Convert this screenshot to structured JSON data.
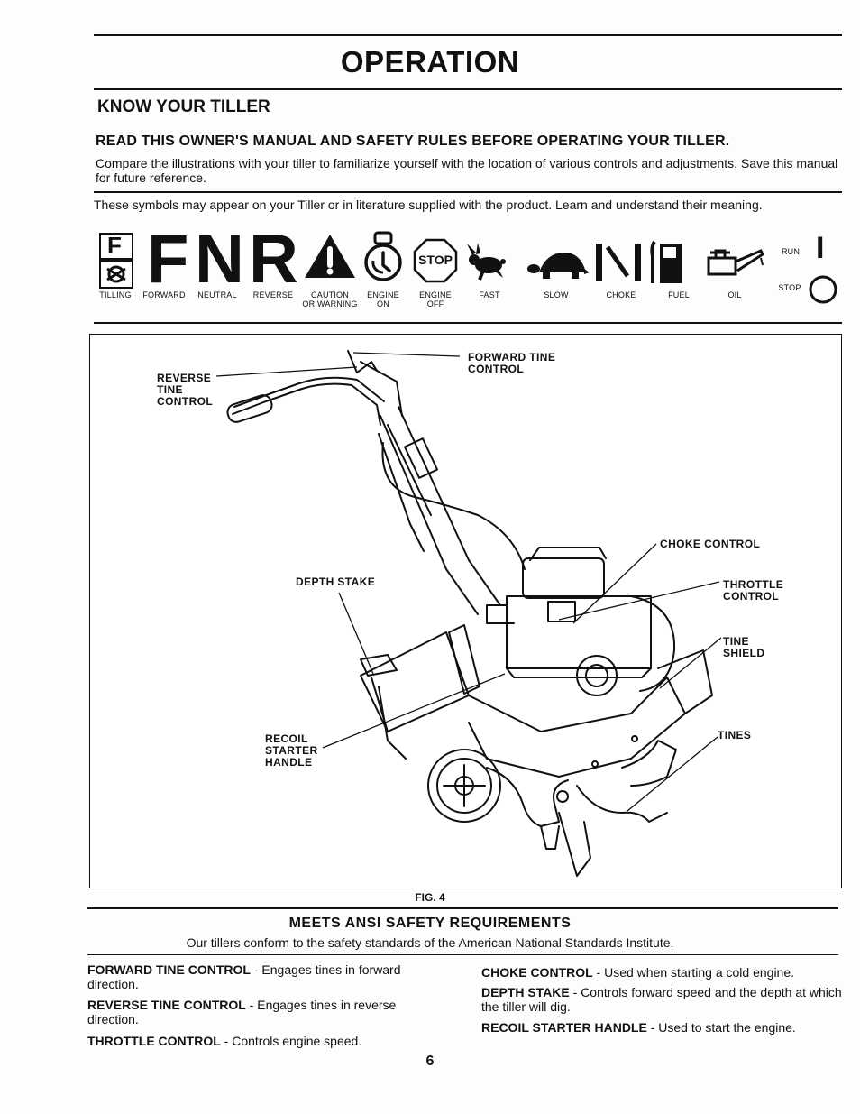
{
  "page": {
    "title": "OPERATION",
    "subheading": "KNOW YOUR TILLER",
    "read_notice": "READ THIS OWNER'S MANUAL AND SAFETY RULES BEFORE OPERATING YOUR TILLER.",
    "compare_text": "Compare the illustrations with your tiller to familiarize yourself with the location of various controls and adjustments. Save this manual for future reference.",
    "symbols_intro": "These symbols may appear on your Tiller or in literature supplied with the product. Learn and understand their meaning.",
    "page_number": "6"
  },
  "symbols": {
    "tilling": {
      "icon": "tilling-icon",
      "glyph": "F",
      "label": "TILLING"
    },
    "forward": {
      "icon": "forward-icon",
      "glyph": "F",
      "label": "FORWARD"
    },
    "neutral": {
      "icon": "neutral-icon",
      "glyph": "N",
      "label": "NEUTRAL"
    },
    "reverse": {
      "icon": "reverse-icon",
      "glyph": "R",
      "label": "REVERSE"
    },
    "caution": {
      "icon": "caution-icon",
      "label_line1": "CAUTION",
      "label_line2": "OR WARNING"
    },
    "engine_on": {
      "icon": "engine-on-icon",
      "label_line1": "ENGINE",
      "label_line2": "ON"
    },
    "engine_off": {
      "icon": "engine-off-icon",
      "glyph": "STOP",
      "label_line1": "ENGINE",
      "label_line2": "OFF"
    },
    "fast": {
      "icon": "rabbit-icon",
      "label": "FAST"
    },
    "slow": {
      "icon": "turtle-icon",
      "label": "SLOW"
    },
    "choke": {
      "icon": "choke-icon",
      "label": "CHOKE"
    },
    "fuel": {
      "icon": "fuel-icon",
      "label": "FUEL"
    },
    "oil": {
      "icon": "oil-can-icon",
      "label": "OIL"
    },
    "run": {
      "icon": "run-icon",
      "glyph": "I",
      "label": "RUN"
    },
    "stop": {
      "icon": "stop-icon",
      "glyph": "O",
      "label": "STOP"
    }
  },
  "figure": {
    "label": "FIG. 4",
    "callouts": {
      "reverse_line1": "REVERSE",
      "reverse_line2": "TINE",
      "reverse_line3": "CONTROL",
      "forward_line1": "FORWARD TINE",
      "forward_line2": "CONTROL",
      "choke": "CHOKE CONTROL",
      "depth": "DEPTH STAKE",
      "throttle_line1": "THROTTLE",
      "throttle_line2": "CONTROL",
      "shield_line1": "TINE",
      "shield_line2": "SHIELD",
      "recoil_line1": "RECOIL",
      "recoil_line2": "STARTER",
      "recoil_line3": "HANDLE",
      "tines": "TINES"
    }
  },
  "ansi": {
    "title": "MEETS ANSI SAFETY REQUIREMENTS",
    "text": "Our tillers conform to the safety standards of the American National Standards Institute."
  },
  "definitions": {
    "left": [
      {
        "term": "FORWARD TINE CONTROL",
        "desc": " - Engages tines in forward direction."
      },
      {
        "term": "REVERSE TINE CONTROL",
        "desc": " - Engages tines in reverse direction."
      },
      {
        "term": "THROTTLE CONTROL",
        "desc": " - Controls engine speed."
      }
    ],
    "right": [
      {
        "term": "CHOKE CONTROL",
        "desc": " - Used when starting a cold engine."
      },
      {
        "term": "DEPTH STAKE",
        "desc": " - Controls forward speed and the depth at which the tiller will dig."
      },
      {
        "term": "RECOIL STARTER HANDLE",
        "desc": " - Used to start the engine."
      }
    ]
  }
}
